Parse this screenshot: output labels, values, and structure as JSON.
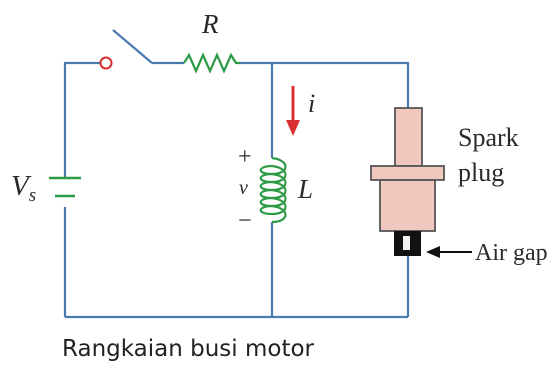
{
  "labels": {
    "resistor": "R",
    "current": "i",
    "source": "V",
    "source_sub": "s",
    "inductor": "L",
    "voltage": "v",
    "plus": "+",
    "minus": "−",
    "spark_line1": "Spark",
    "spark_line2": "plug",
    "air_gap": "Air gap"
  },
  "caption": "Rangkaian busi motor",
  "colors": {
    "wire": "#4a78b0",
    "component": "#2e9a45",
    "arrow": "#d83030",
    "plug_fill": "#f2c7bd",
    "plug_stroke": "#555555",
    "gap": "#111111"
  }
}
